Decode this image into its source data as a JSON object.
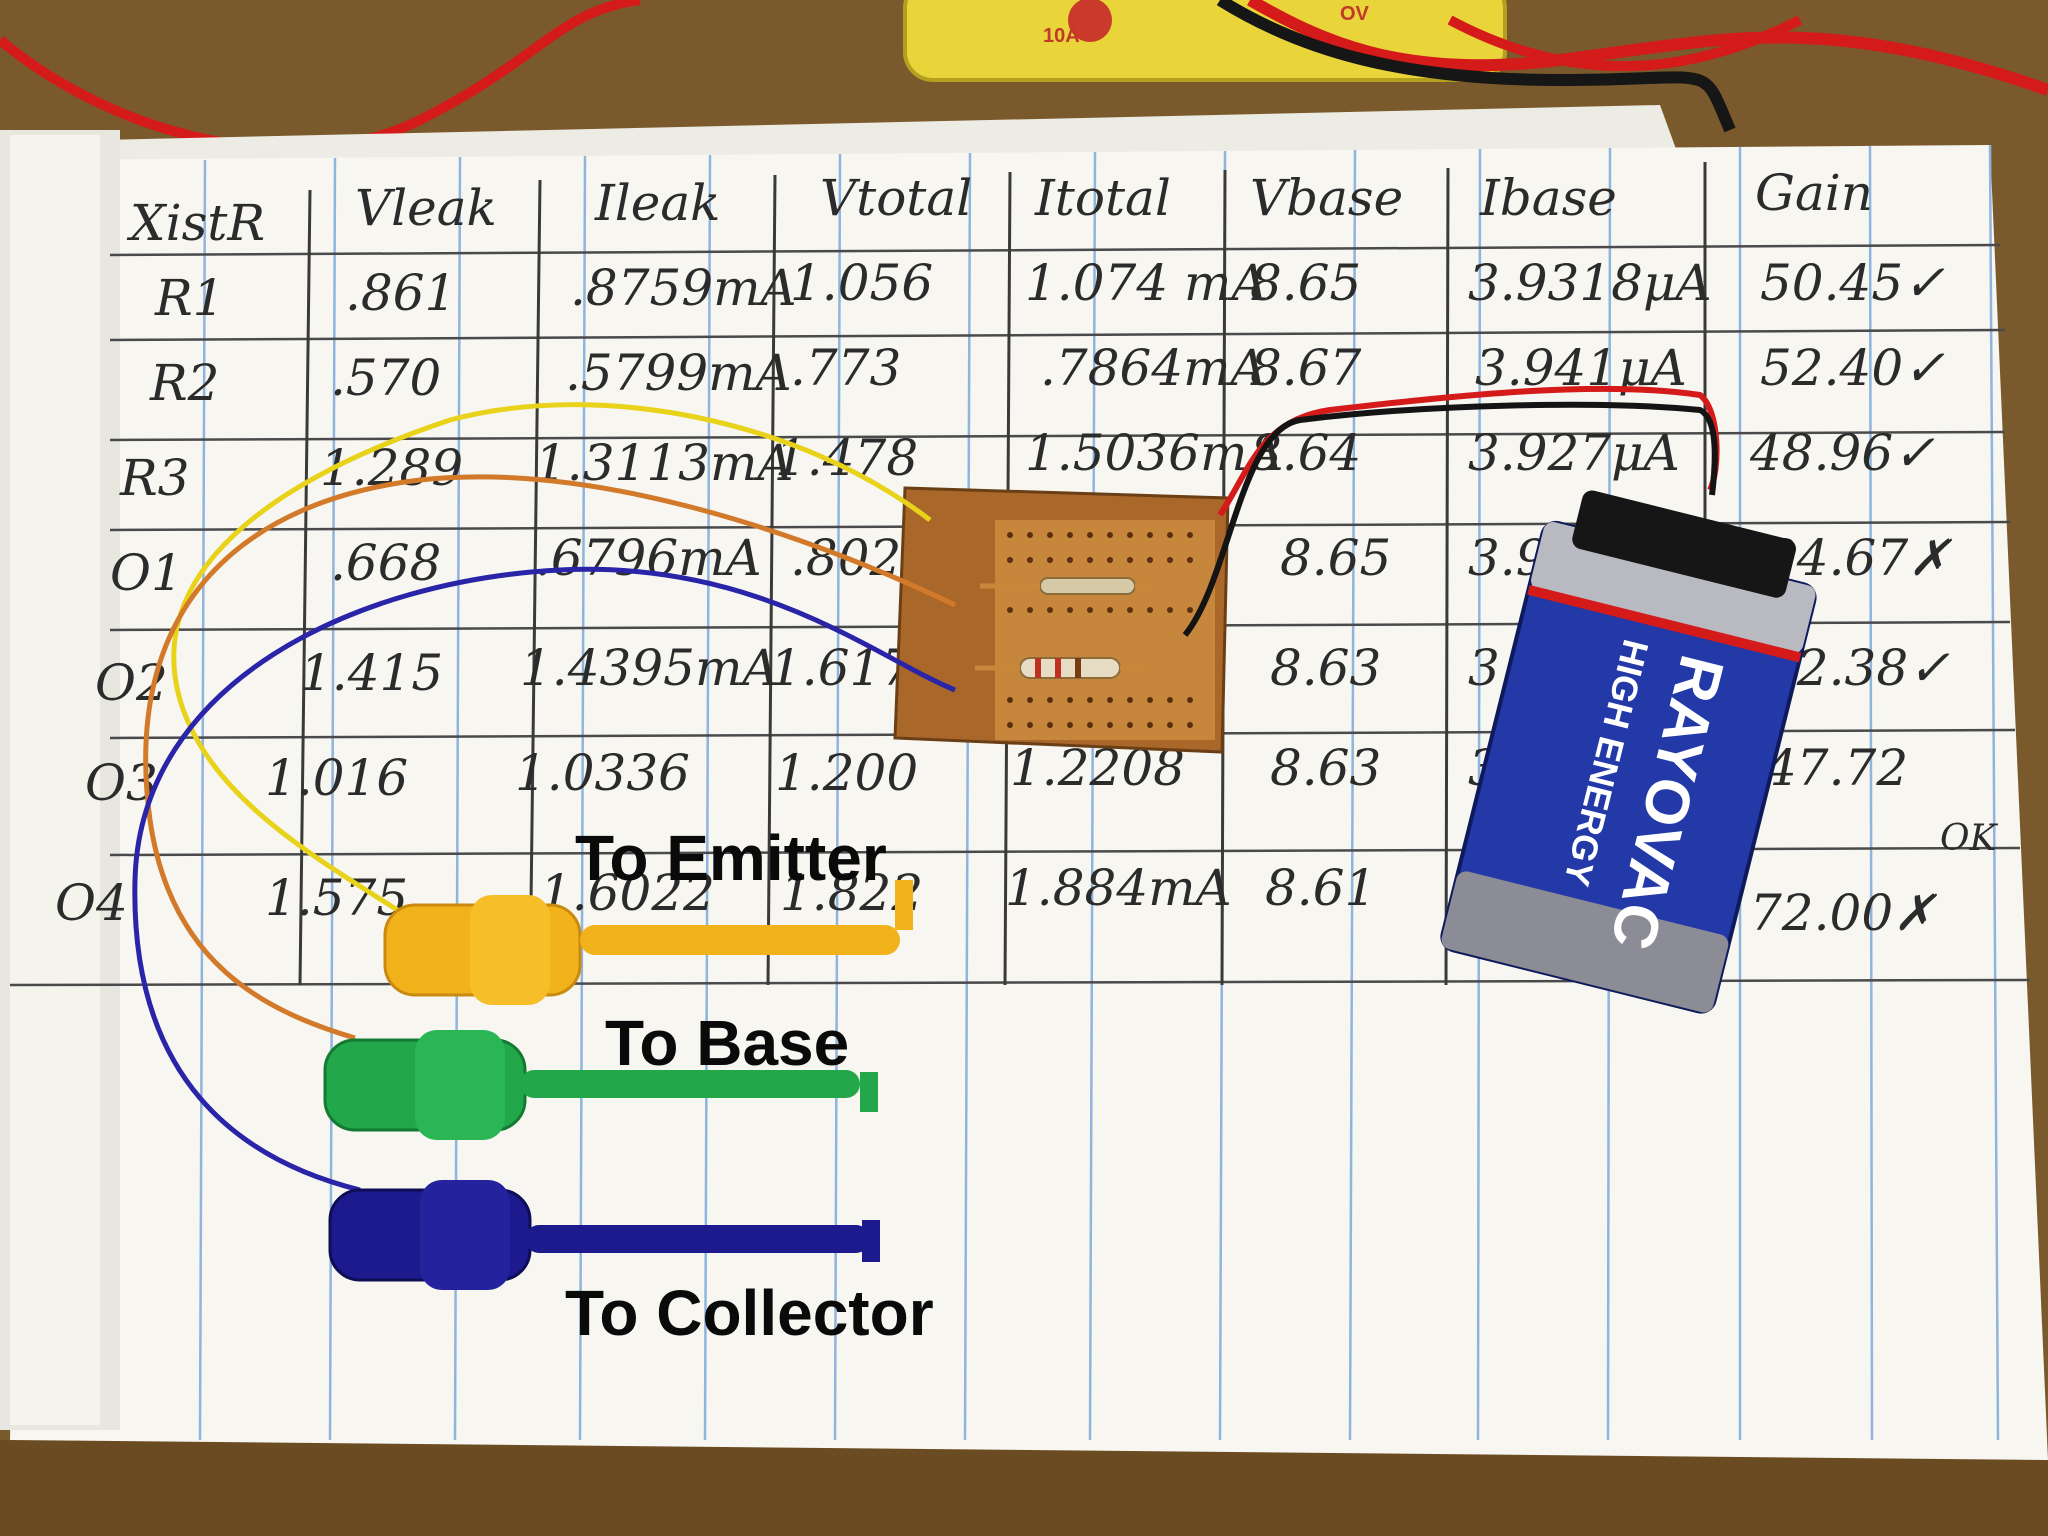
{
  "table": {
    "headers": [
      "XistR",
      "Vleak",
      "Ileak",
      "Vtotal",
      "Itotal",
      "Vbase",
      "Ibase",
      "Gain"
    ],
    "rows": [
      [
        "R1",
        ".861",
        ".8759mA",
        "1.056",
        "1.074 mA",
        "8.65",
        "3.9318μA",
        "50.45✓"
      ],
      [
        "R2",
        ".570",
        ".5799mA",
        ".773",
        ".7864mA",
        "8.67",
        "3.941μA",
        "52.40✓"
      ],
      [
        "R3",
        "1.289",
        "1.3113mA",
        "1.478",
        "1.5036mA",
        "8.64",
        "3.927μA",
        "48.96✓"
      ],
      [
        "O1",
        ".668",
        ".6796mA",
        ".802",
        "",
        "8.65",
        "3.93",
        "34.67✗"
      ],
      [
        "O2",
        "1.415",
        "1.4395mA",
        "1.617",
        "",
        "8.63",
        "3.93",
        "72.38✓"
      ],
      [
        "O3",
        "1.016",
        "1.0336",
        "1.200",
        "1.2208",
        "8.63",
        "3.93",
        "47.72"
      ],
      [
        "O4",
        "1.575",
        "1.6022",
        "1.822",
        "1.884mA",
        "8.61",
        "",
        "72.00✗"
      ]
    ],
    "note": "OK"
  },
  "labels": {
    "emitter": "To Emitter",
    "base": "To Base",
    "collector": "To Collector"
  },
  "battery": {
    "brand": "RAYOVAC",
    "line": "HIGH ENERGY"
  },
  "meter": {
    "label_10a": "10A",
    "label_ov": "OV"
  },
  "colors": {
    "emitter_clip": "#f2b21c",
    "base_clip": "#22a84a",
    "collector_clip": "#1c1a8c",
    "paper": "#f7f6f1",
    "ruling": "#8fb4de",
    "desk": "#7a5a2c"
  }
}
